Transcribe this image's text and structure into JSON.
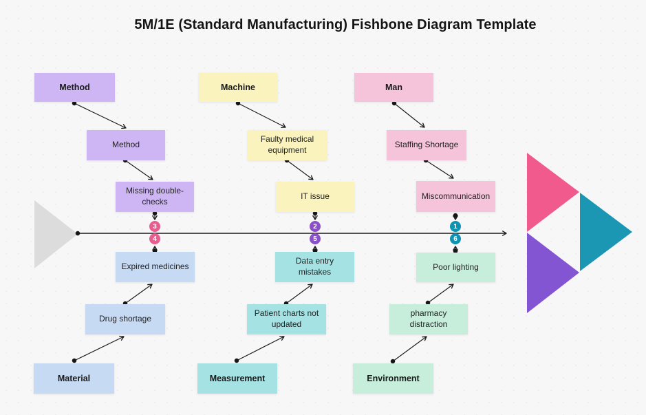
{
  "title": "5M/1E (Standard Manufacturing) Fishbone Diagram Template",
  "palette": {
    "background": "#f7f7f8",
    "connector": "#1c1c1c",
    "tail_triangle": "#dcdcdd",
    "head_triangle_pink": "#f05a8c",
    "head_triangle_teal": "#1b97b4",
    "head_triangle_purple": "#8455d2"
  },
  "columns": [
    {
      "top_branch": {
        "category": "Method",
        "fill": "#cdb6f3",
        "causes": [
          "Method",
          "Missing double-checks"
        ]
      },
      "bottom_branch": {
        "category": "Material",
        "fill": "#c6daf4",
        "causes": [
          "Expired medicines",
          "Drug shortage"
        ]
      },
      "markers": {
        "top": "3",
        "bottom": "4",
        "fill": "#e85c8e"
      }
    },
    {
      "top_branch": {
        "category": "Machine",
        "fill": "#faf3bd",
        "causes": [
          "Faulty medical equipment",
          "IT issue"
        ]
      },
      "bottom_branch": {
        "category": "Measurement",
        "fill": "#a5e2e4",
        "causes": [
          "Data entry mistakes",
          "Patient charts not updated"
        ]
      },
      "markers": {
        "top": "2",
        "bottom": "5",
        "fill": "#8a50c7"
      }
    },
    {
      "top_branch": {
        "category": "Man",
        "fill": "#f6c4da",
        "causes": [
          "Staffing Shortage",
          "Miscommunication"
        ]
      },
      "bottom_branch": {
        "category": "Environment",
        "fill": "#c6eeda",
        "causes": [
          "Poor lighting",
          "pharmacy distraction"
        ]
      },
      "markers": {
        "top": "1",
        "bottom": "6",
        "fill": "#0f93b2"
      }
    }
  ]
}
